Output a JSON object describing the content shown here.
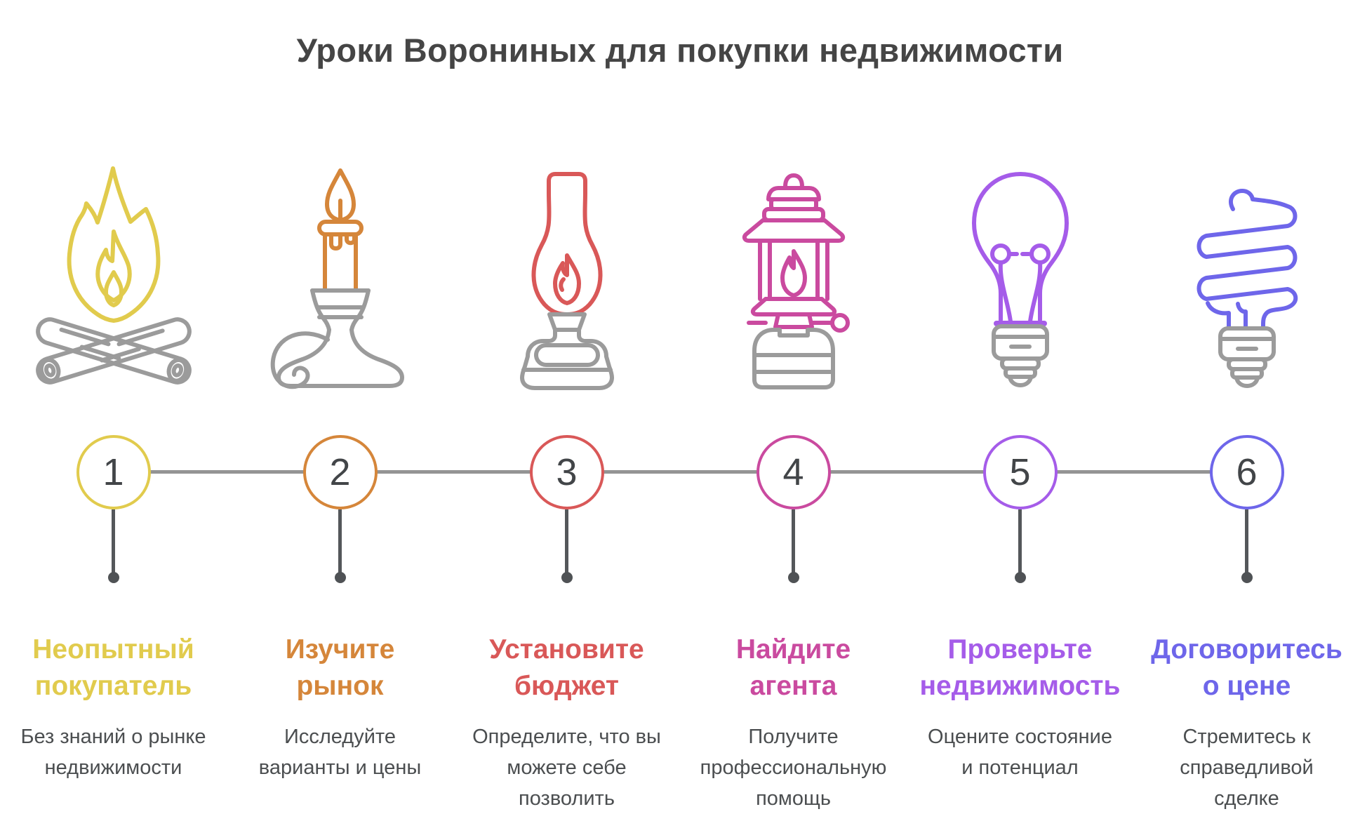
{
  "title": "Уроки Ворониных для покупки недвижимости",
  "colors": {
    "step1_yellow": "#e1cb4d",
    "step2_orange": "#d5863a",
    "step3_red": "#d95858",
    "step4_pink": "#ca4a9f",
    "step5_purple": "#a55ce9",
    "step6_indigo": "#6e66ea",
    "icon_secondary_gray": "#9b9b9b",
    "connector_line": "#949494",
    "stem_line": "#54575a",
    "number_text": "#424548",
    "title_text": "#454545",
    "description_text": "#4b4e50"
  },
  "steps": [
    {
      "number": "1",
      "icon": "campfire-icon",
      "accent_color": "#e1cb4d",
      "title": "Неопытный покупатель",
      "title_lines": [
        "Неопытный",
        "покупатель"
      ],
      "description": "Без знаний о рынке недвижимости",
      "description_lines": [
        "Без знаний о рынке",
        "недвижимости"
      ]
    },
    {
      "number": "2",
      "icon": "candlestick-icon",
      "accent_color": "#d5863a",
      "title": "Изучите рынок",
      "title_lines": [
        "Изучите",
        "рынок"
      ],
      "description": "Исследуйте варианты и цены",
      "description_lines": [
        "Исследуйте",
        "варианты и цены"
      ]
    },
    {
      "number": "3",
      "icon": "oil-lamp-icon",
      "accent_color": "#d95858",
      "title": "Установите бюджет",
      "title_lines": [
        "Установите",
        "бюджет"
      ],
      "description": "Определите, что вы можете себе позволить",
      "description_lines": [
        "Определите, что вы",
        "можете себе",
        "позволить"
      ]
    },
    {
      "number": "4",
      "icon": "gas-lantern-icon",
      "accent_color": "#ca4a9f",
      "title": "Найдите агента",
      "title_lines": [
        "Найдите",
        "агента"
      ],
      "description": "Получите профессиональную помощь",
      "description_lines": [
        "Получите",
        "профессиональную",
        "помощь"
      ]
    },
    {
      "number": "5",
      "icon": "incandescent-bulb-icon",
      "accent_color": "#a55ce9",
      "title": "Проверьте недвижимость",
      "title_lines": [
        "Проверьте",
        "недвижимость"
      ],
      "description": "Оцените состояние и потенциал",
      "description_lines": [
        "Оцените состояние",
        "и потенциал"
      ]
    },
    {
      "number": "6",
      "icon": "cfl-bulb-icon",
      "accent_color": "#6e66ea",
      "title": "Договоритесь о цене",
      "title_lines": [
        "Договоритесь",
        "о цене"
      ],
      "description": "Стремитесь к справедливой сделке",
      "description_lines": [
        "Стремитесь к",
        "справедливой",
        "сделке"
      ]
    }
  ]
}
